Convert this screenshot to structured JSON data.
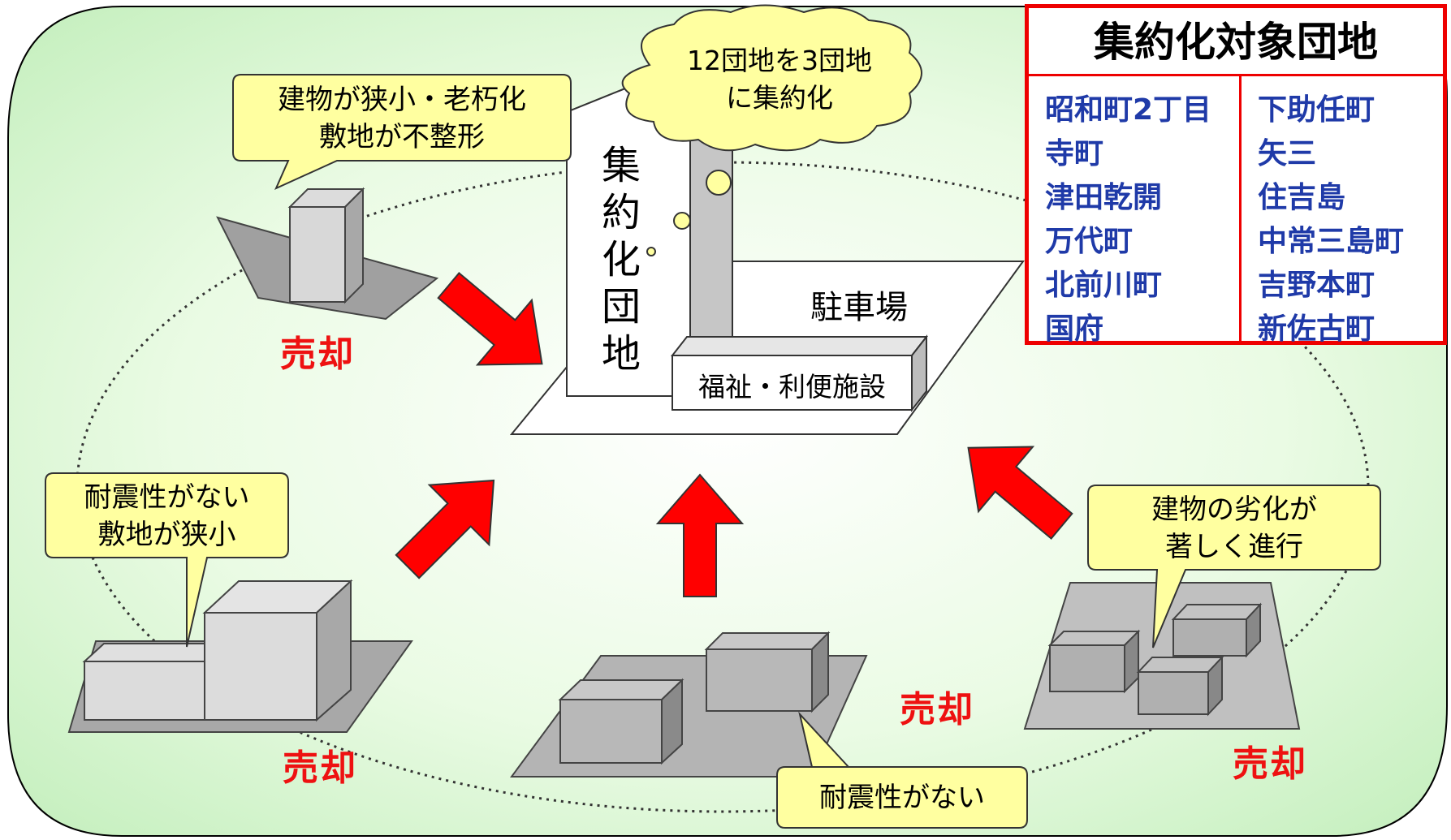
{
  "table": {
    "title": "集約化対象団地",
    "left_column": [
      "昭和町2丁目",
      "寺町",
      "津田乾開",
      "万代町",
      "北前川町",
      "国府"
    ],
    "right_column": [
      "下助任町",
      "矢三",
      "住吉島",
      "中常三島町",
      "吉野本町",
      "新佐古町"
    ]
  },
  "cloud_text": [
    "12団地を3団地",
    "に集約化"
  ],
  "central_building": "集約化団地",
  "parking_label": "駐車場",
  "welfare_label": "福祉・利便施設",
  "callouts": {
    "top_left": [
      "建物が狭小・老朽化",
      "敷地が不整形"
    ],
    "mid_left": [
      "耐震性がない",
      "敷地が狭小"
    ],
    "bottom_center": [
      "耐震性がない"
    ],
    "right": [
      "建物の劣化が",
      "著しく進行"
    ]
  },
  "sell_label": "売却",
  "colors": {
    "accent_red": "#ee1111",
    "table_text_blue": "#1f3aa8",
    "callout_fill": "#ffffa0",
    "background_green": "#c8f0c0",
    "building_gray": "#cfcfcf"
  }
}
